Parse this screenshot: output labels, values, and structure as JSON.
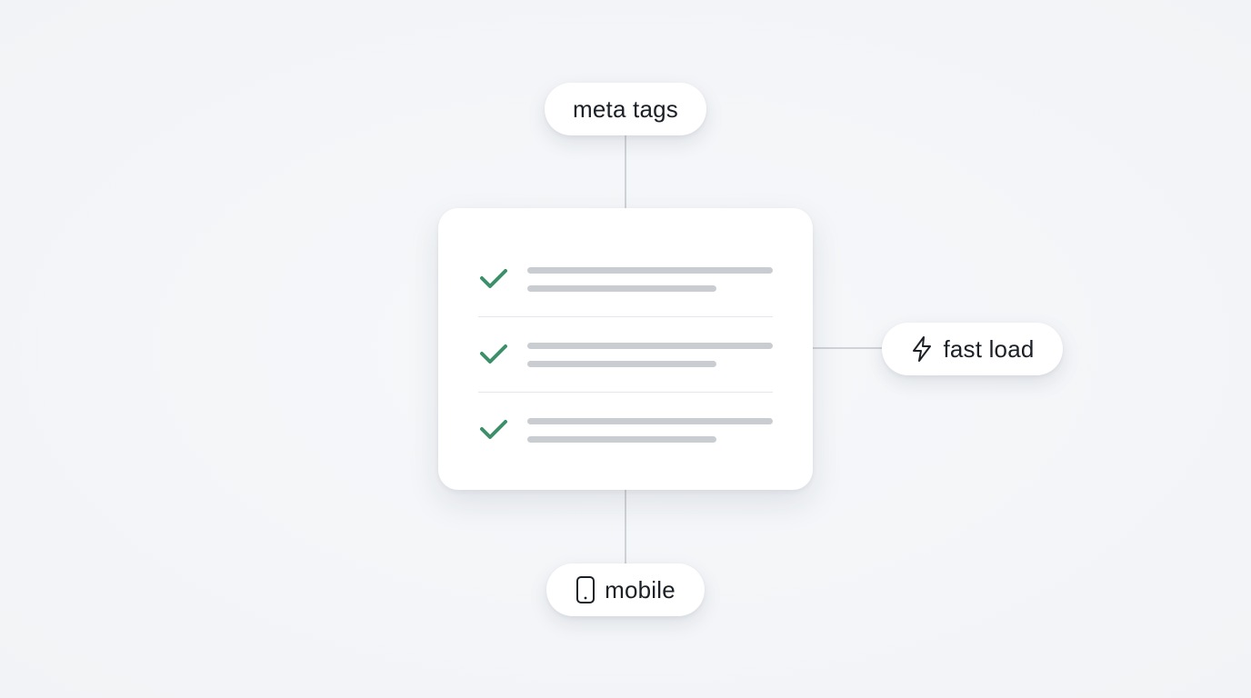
{
  "nodes": {
    "top": {
      "label": "meta tags",
      "icon": null
    },
    "right": {
      "label": "fast load",
      "icon": "lightning-icon"
    },
    "bottom": {
      "label": "mobile",
      "icon": "smartphone-icon"
    }
  },
  "card": {
    "rows": [
      {
        "status": "checked",
        "icon": "checkmark-icon"
      },
      {
        "status": "checked",
        "icon": "checkmark-icon"
      },
      {
        "status": "checked",
        "icon": "checkmark-icon"
      }
    ]
  },
  "colors": {
    "background": "#f4f6f8",
    "card": "#ffffff",
    "check": "#3d8f6a",
    "placeholder_line": "#c9cdd2",
    "connector": "#cfd3d8",
    "text": "#1b2027"
  }
}
